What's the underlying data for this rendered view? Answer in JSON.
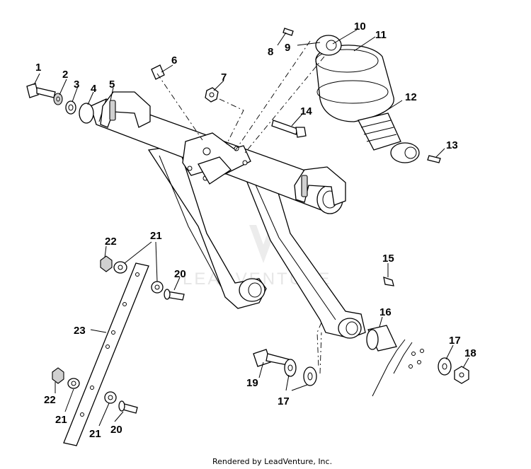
{
  "diagram": {
    "footer": "Rendered by LeadVenture, Inc.",
    "watermark": "LEADVENTURE",
    "callouts": {
      "c1": "1",
      "c2": "2",
      "c3": "3",
      "c4": "4",
      "c5": "5",
      "c6": "6",
      "c7": "7",
      "c8": "8",
      "c9": "9",
      "c10": "10",
      "c11": "11",
      "c12": "12",
      "c13": "13",
      "c14": "14",
      "c15": "15",
      "c16": "16",
      "c17a": "17",
      "c17b": "17",
      "c18": "18",
      "c19": "19",
      "c20a": "20",
      "c20b": "20",
      "c21a": "21",
      "c21b": "21",
      "c21c": "21",
      "c22a": "22",
      "c22b": "22",
      "c23": "23"
    }
  }
}
